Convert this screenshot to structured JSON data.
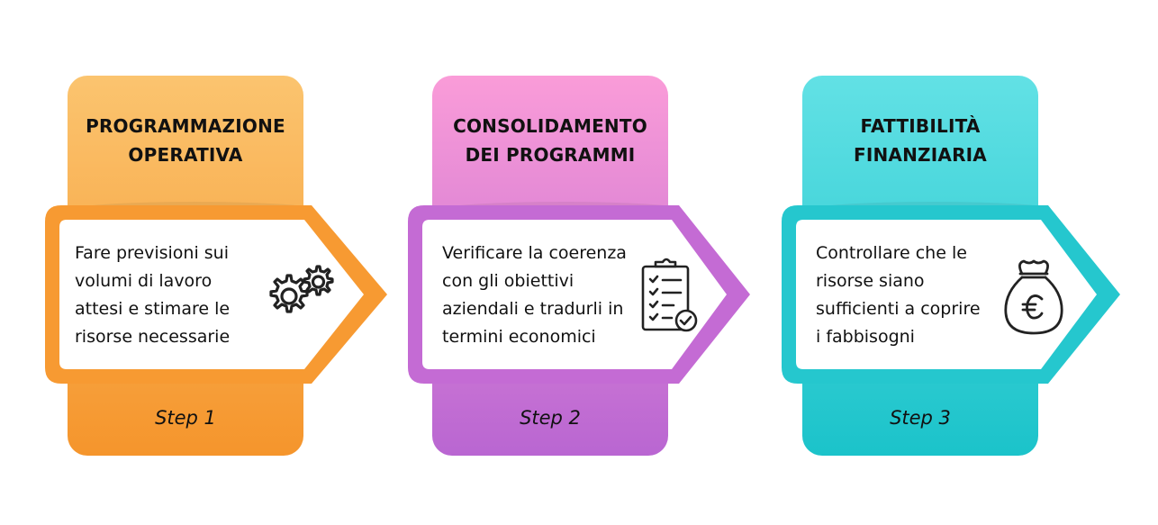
{
  "colors": {
    "step1": "#f7a23a",
    "step2": "#c66ad3",
    "step3": "#2cc9cf"
  },
  "steps": [
    {
      "title": [
        "PROGRAMMAZIONE",
        "OPERATIVA"
      ],
      "description": [
        "Fare previsioni sui",
        "volumi di lavoro",
        "attesi e stimare le",
        "risorse necessarie"
      ],
      "label": "Step 1",
      "icon": "gears-icon"
    },
    {
      "title": [
        "CONSOLIDAMENTO",
        "DEI PROGRAMMI"
      ],
      "description": [
        "Verificare la coerenza",
        "con gli obiettivi",
        "aziendali e tradurli in",
        "termini economici"
      ],
      "label": "Step 2",
      "icon": "clipboard-checklist-icon"
    },
    {
      "title": [
        "FATTIBILITÀ",
        "FINANZIARIA"
      ],
      "description": [
        "Controllare che le",
        "risorse siano",
        "sufficienti a coprire",
        "i fabbisogni"
      ],
      "label": "Step 3",
      "icon": "euro-money-bag-icon"
    }
  ]
}
